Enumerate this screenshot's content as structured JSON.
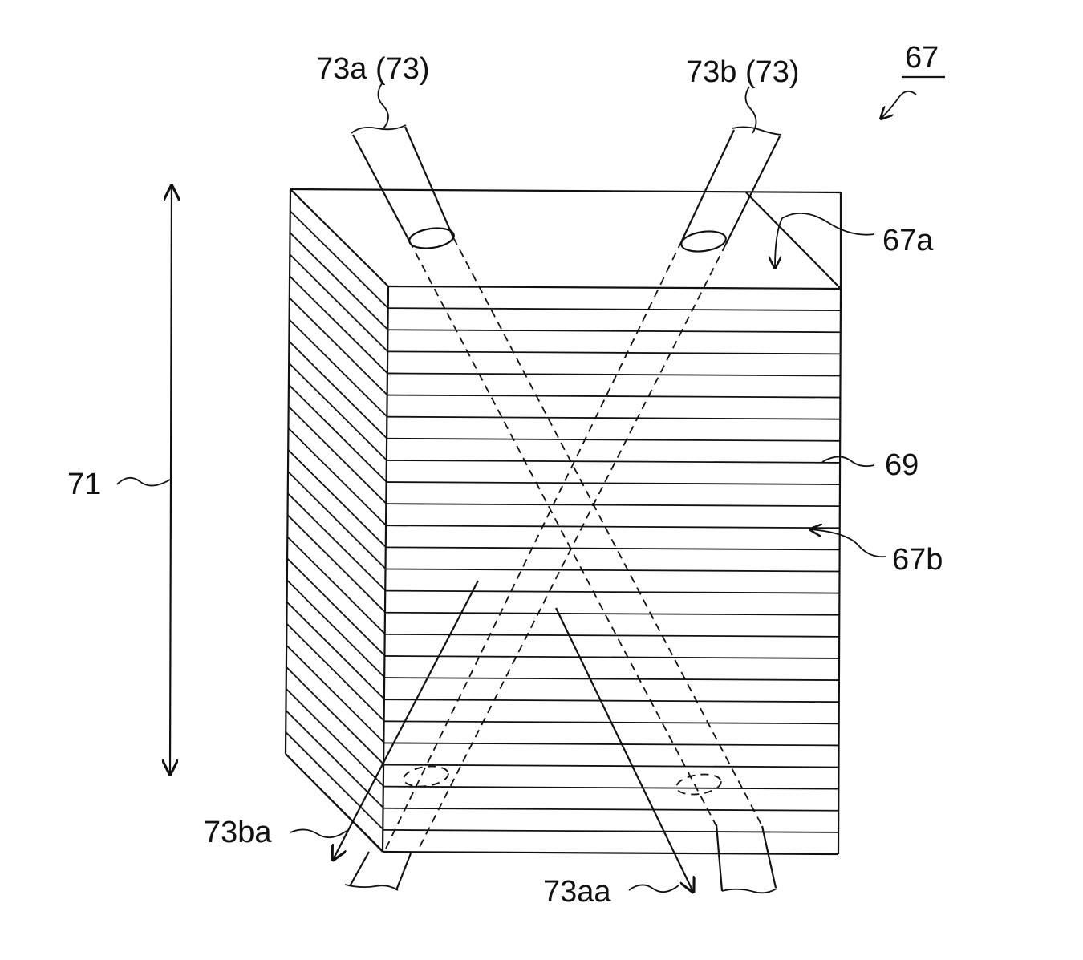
{
  "figure": {
    "labels": {
      "fig_ref": "67",
      "tube_a": "73a (73)",
      "tube_b": "73b (73)",
      "top_face": "67a",
      "layer": "69",
      "front_face": "67b",
      "stack_dir": "71",
      "outlet_b": "73ba",
      "outlet_a": "73aa"
    },
    "layer_count": 26,
    "colors": {
      "ink": "#111111",
      "background": "#ffffff"
    }
  }
}
